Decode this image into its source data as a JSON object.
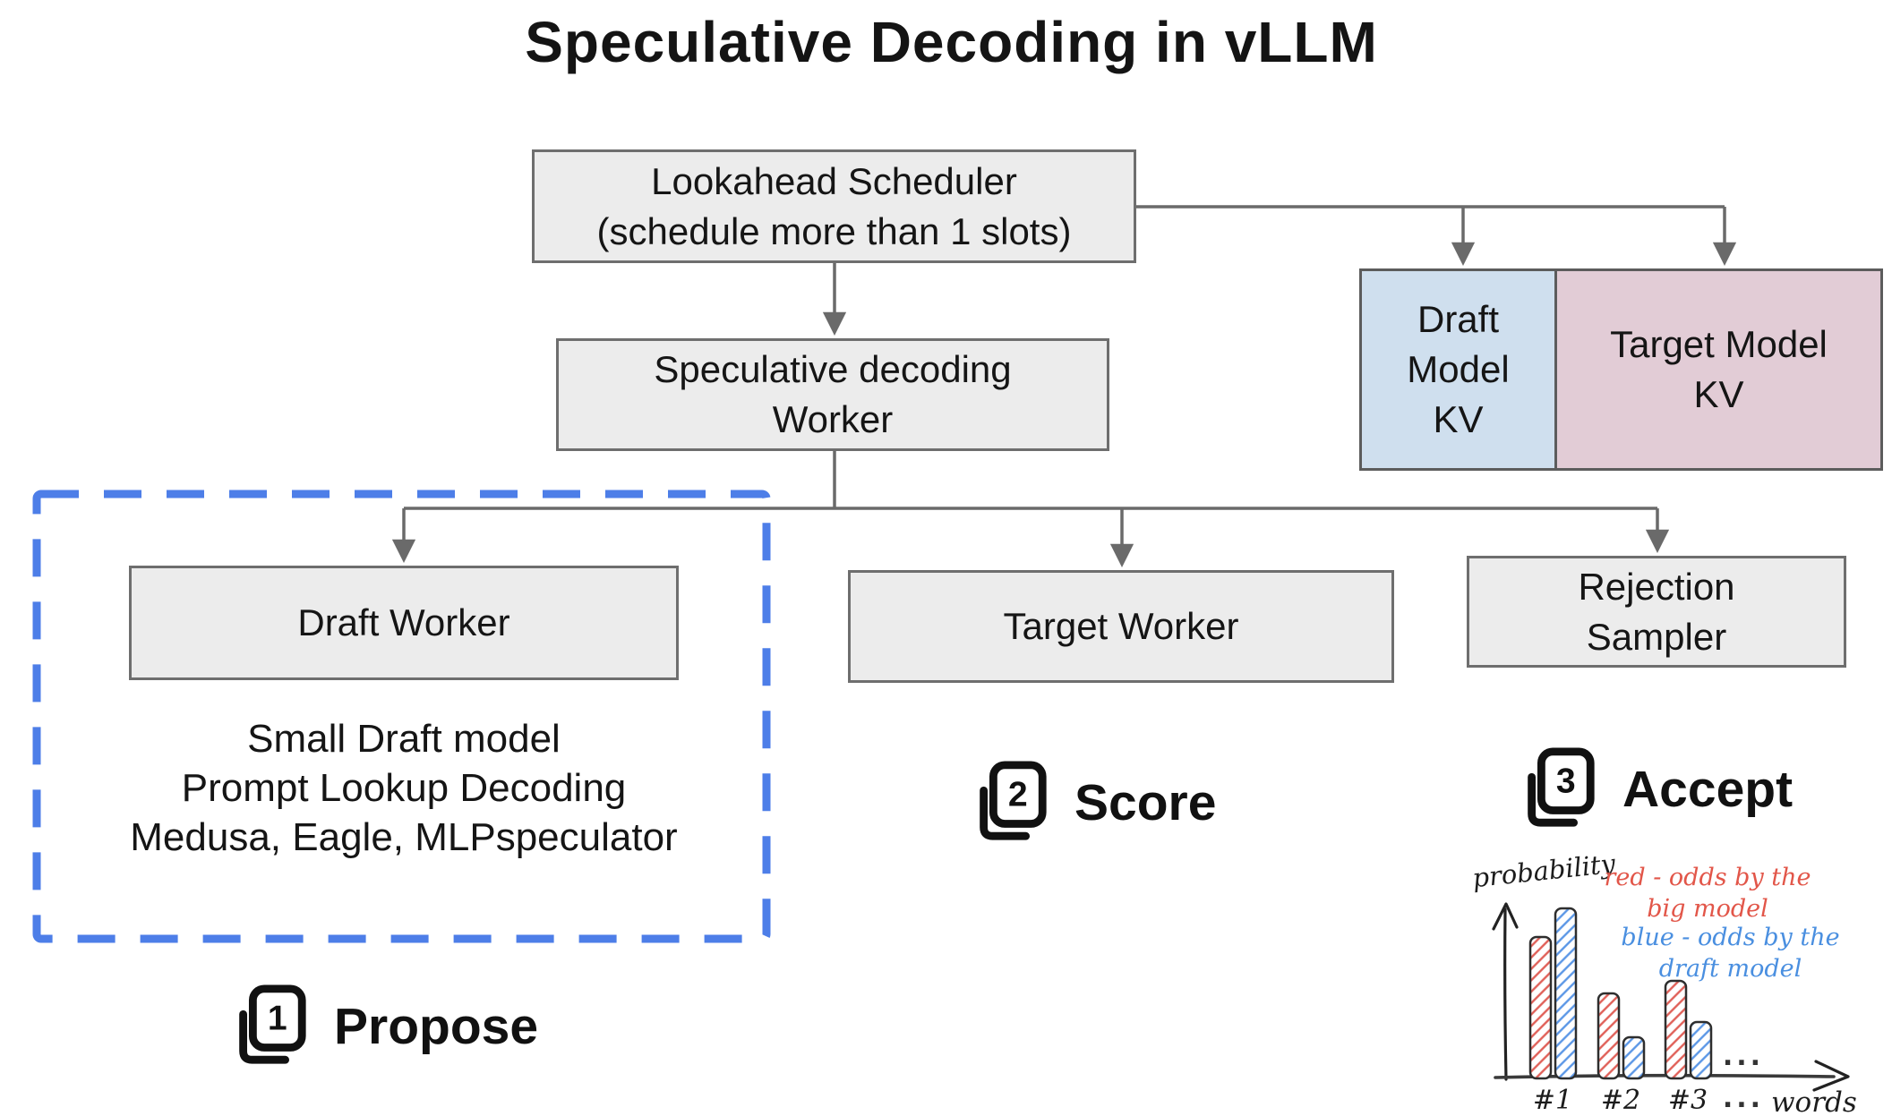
{
  "title": "Speculative Decoding in vLLM",
  "nodes": {
    "lookahead_scheduler": {
      "line1": "Lookahead Scheduler",
      "line2": "(schedule more than 1 slots)"
    },
    "speculative_decoding_worker": {
      "line1": "Speculative decoding",
      "line2": "Worker"
    },
    "draft_model_kv": {
      "line1": "Draft",
      "line2": "Model",
      "line3": "KV",
      "fill": "#cfdfee"
    },
    "target_model_kv": {
      "line1": "Target Model",
      "line2": "KV",
      "fill": "#e2ccd6"
    },
    "draft_worker": {
      "label": "Draft Worker"
    },
    "target_worker": {
      "label": "Target Worker"
    },
    "rejection_sampler": {
      "line1": "Rejection",
      "line2": "Sampler"
    }
  },
  "draft_methods": [
    "Small Draft model",
    "Prompt Lookup Decoding",
    "Medusa, Eagle, MLPspeculator"
  ],
  "steps": [
    {
      "number": "1",
      "label": "Propose"
    },
    {
      "number": "2",
      "label": "Score"
    },
    {
      "number": "3",
      "label": "Accept"
    }
  ],
  "colors": {
    "box_fill": "#ececec",
    "box_border": "#6e6e6e",
    "connector": "#6a6a6a",
    "dashed_region": "#4d7ee8",
    "kv_draft_fill": "#cfdfee",
    "kv_target_fill": "#e2ccd6",
    "legend_red": "#e25649",
    "legend_blue": "#4a8fe0"
  },
  "chart_data": {
    "type": "bar",
    "title": "",
    "ylabel": "probability",
    "xlabel": "words",
    "categories": [
      "#1",
      "#2",
      "#3"
    ],
    "series": [
      {
        "name": "odds by the big model",
        "color": "red",
        "values": [
          0.65,
          0.39,
          0.45
        ]
      },
      {
        "name": "odds by the draft model",
        "color": "blue",
        "values": [
          0.78,
          0.19,
          0.26
        ]
      }
    ],
    "legend": [
      {
        "line1": "red - odds by the",
        "line2": "big model",
        "color": "#e25649"
      },
      {
        "line1": "blue - odds by the",
        "line2": "draft model",
        "color": "#4a8fe0"
      }
    ],
    "ellipsis": "...",
    "ylim": [
      0,
      1
    ],
    "grid": false,
    "legend_position": "top-right"
  }
}
